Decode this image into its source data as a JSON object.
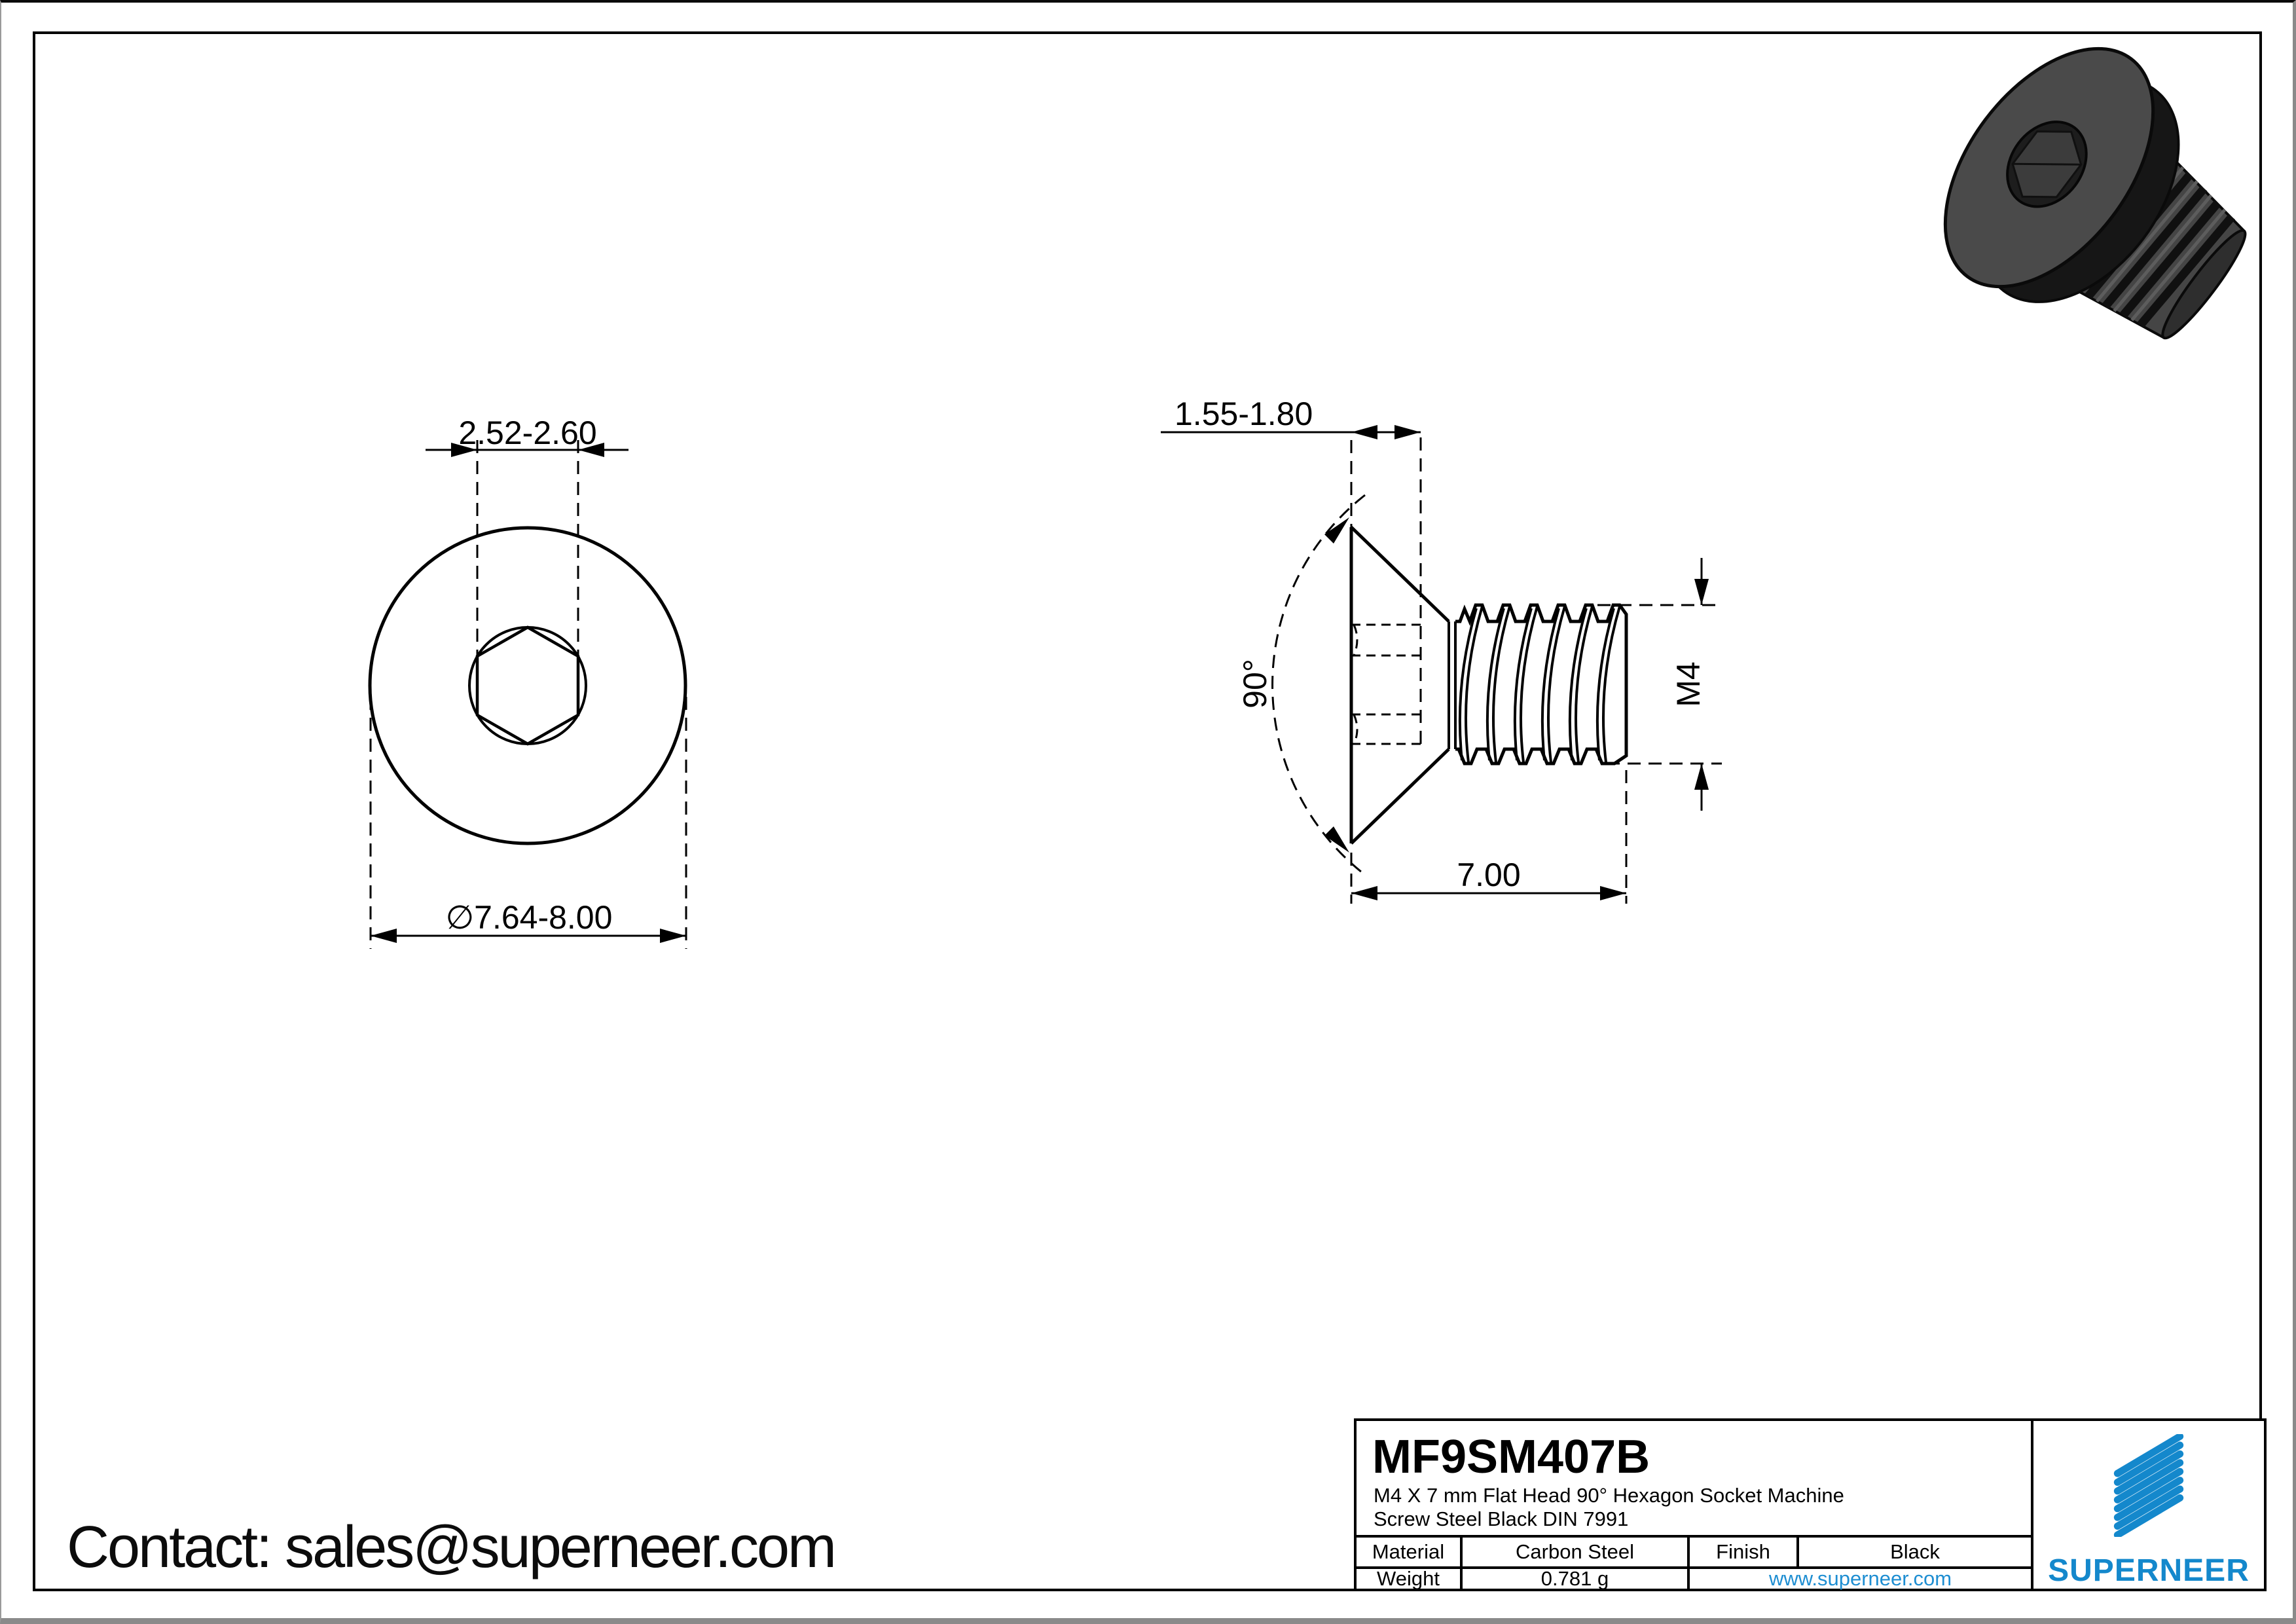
{
  "page": {
    "contact_line": "Contact: sales@superneer.com"
  },
  "drawing": {
    "front_view": {
      "socket_width_dim": "2.52-2.60",
      "head_diameter_dim": "∅7.64-8.00"
    },
    "side_view": {
      "head_height_dim": "1.55-1.80",
      "countersink_angle_dim": "90°",
      "thread_size_dim": "M4",
      "length_dim": "7.00"
    }
  },
  "title_block": {
    "part_number": "MF9SM407B",
    "description_line1": "M4 X 7 mm  Flat Head 90° Hexagon Socket Machine",
    "description_line2": "Screw Steel Black DIN 7991",
    "material_label": "Material",
    "material_value": "Carbon Steel",
    "finish_label": "Finish",
    "finish_value": "Black",
    "weight_label": "Weight",
    "weight_value": "0.781 g",
    "website": "www.superneer.com",
    "brand_name": "SUPERNEER",
    "brand_color": "#1488cc",
    "link_color": "#1e8ed2"
  }
}
